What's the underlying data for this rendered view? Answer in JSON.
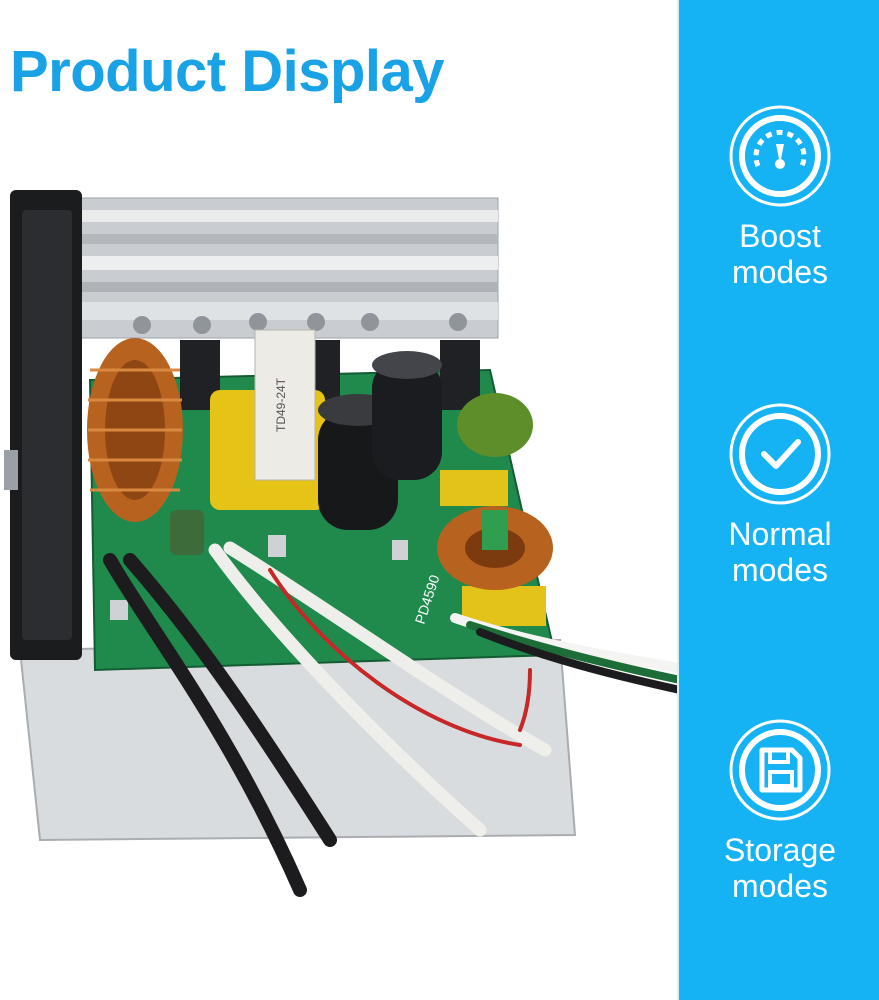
{
  "title": "Product Display",
  "sidebar": {
    "background": "#15b3f3",
    "features": [
      {
        "icon": "speedometer-icon",
        "line1": "Boost",
        "line2": "modes"
      },
      {
        "icon": "checkmark-icon",
        "line1": "Normal",
        "line2": "modes"
      },
      {
        "icon": "floppy-disk-icon",
        "line1": "Storage",
        "line2": "modes"
      }
    ]
  },
  "photo": {
    "board_label": "PD4590",
    "transformer_label": "TD49-24T"
  },
  "colors": {
    "title": "#19a2e6",
    "board": "#1f8a4c",
    "heatsink": "#c8cbce",
    "copper": "#b8621f"
  }
}
